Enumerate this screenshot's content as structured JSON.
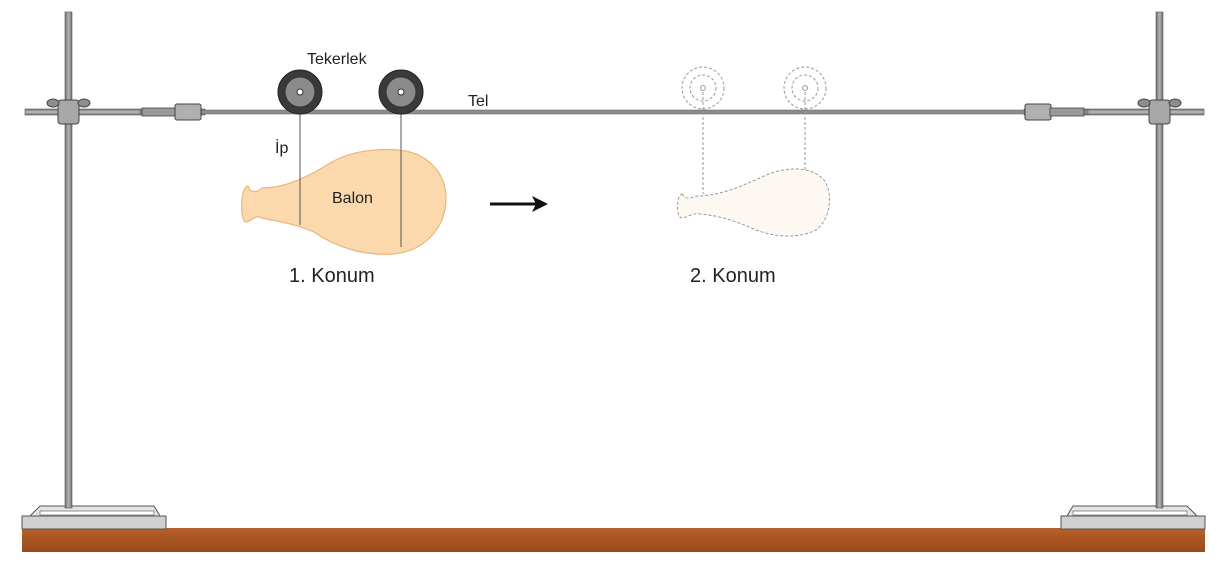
{
  "labels": {
    "wheel": "Tekerlek",
    "wire": "Tel",
    "string": "İp",
    "balloon": "Balon",
    "position_1": "1. Konum",
    "position_2": "2. Konum"
  },
  "colors": {
    "balloon_fill": "#fcd9ac",
    "balloon_stroke": "#e8b67a",
    "ghost_fill": "#fdf9f2",
    "ghost_stroke": "#9a9a9a",
    "table": "#a8521f",
    "rod": "#8a8a8a",
    "wheel": "#3a3a3a",
    "arrow": "#111111"
  },
  "icons": {
    "arrow": "right-arrow-icon"
  }
}
